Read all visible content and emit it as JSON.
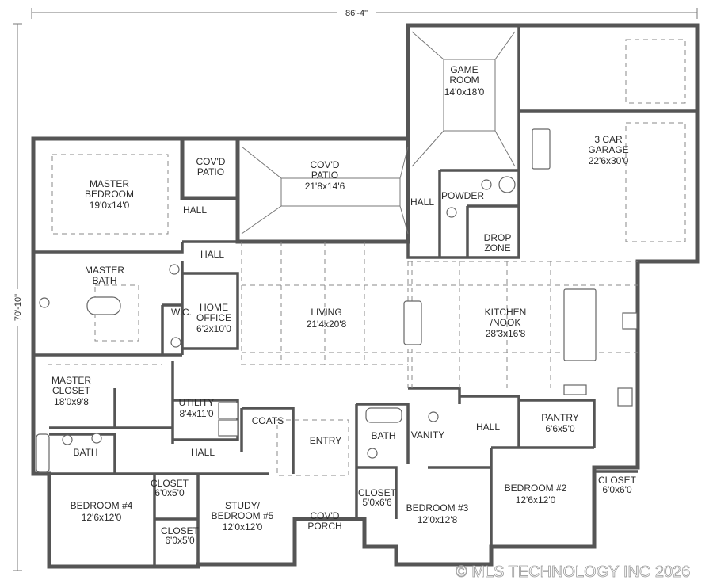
{
  "dimensions": {
    "overall_width": "86'-4\"",
    "overall_depth": "70'-10\""
  },
  "rooms": {
    "game_room": {
      "name_line1": "GAME",
      "name_line2": "ROOM",
      "size": "14'0x18'0"
    },
    "garage": {
      "name_line1": "3 CAR",
      "name_line2": "GARAGE",
      "size": "22'6x30'0"
    },
    "covd_patio_small": {
      "name_line1": "COV'D",
      "name_line2": "PATIO"
    },
    "covd_patio_main": {
      "name_line1": "COV'D",
      "name_line2": "PATIO",
      "size": "21'8x14'6"
    },
    "master_bedroom": {
      "name_line1": "MASTER",
      "name_line2": "BEDROOM",
      "size": "19'0x14'0"
    },
    "hall_master": {
      "name": "HALL"
    },
    "hall_office": {
      "name": "HALL"
    },
    "hall_game": {
      "name": "HALL"
    },
    "powder": {
      "name": "POWDER"
    },
    "drop_zone": {
      "name_line1": "DROP",
      "name_line2": "ZONE"
    },
    "master_bath": {
      "name_line1": "MASTER",
      "name_line2": "BATH"
    },
    "wc": {
      "name": "W.C."
    },
    "home_office": {
      "name_line1": "HOME",
      "name_line2": "OFFICE",
      "size": "6'2x10'0"
    },
    "living": {
      "name": "LIVING",
      "size": "21'4x20'8"
    },
    "kitchen": {
      "name_line1": "KITCHEN",
      "name_line2": "/NOOK",
      "size": "28'3x16'8"
    },
    "master_closet": {
      "name_line1": "MASTER",
      "name_line2": "CLOSET",
      "size": "18'0x9'8"
    },
    "utility": {
      "name": "UTILITY",
      "size": "8'4x11'0"
    },
    "coats": {
      "name": "COATS"
    },
    "entry": {
      "name": "ENTRY"
    },
    "bath_center": {
      "name": "BATH"
    },
    "vanity": {
      "name": "VANITY"
    },
    "hall_right": {
      "name": "HALL"
    },
    "pantry": {
      "name": "PANTRY",
      "size": "6'6x5'0"
    },
    "bath_left": {
      "name": "BATH"
    },
    "hall_bottom": {
      "name": "HALL"
    },
    "bedroom4": {
      "name": "BEDROOM #4",
      "size": "12'6x12'0"
    },
    "closet_a": {
      "name": "CLOSET",
      "size": "6'0x5'0"
    },
    "closet_b": {
      "name": "CLOSET",
      "size": "6'0x5'0"
    },
    "study": {
      "name_line1": "STUDY/",
      "name_line2": "BEDROOM #5",
      "size": "12'0x12'0"
    },
    "covd_porch": {
      "name_line1": "COV'D",
      "name_line2": "PORCH"
    },
    "closet_c": {
      "name": "CLOSET",
      "size": "5'0x6'6"
    },
    "bedroom3": {
      "name": "BEDROOM #3",
      "size": "12'0x12'8"
    },
    "bedroom2": {
      "name": "BEDROOM #2",
      "size": "12'6x12'0"
    },
    "closet_d": {
      "name": "CLOSET",
      "size": "6'0x6'0"
    }
  },
  "watermark": "© MLS TECHNOLOGY INC 2026"
}
